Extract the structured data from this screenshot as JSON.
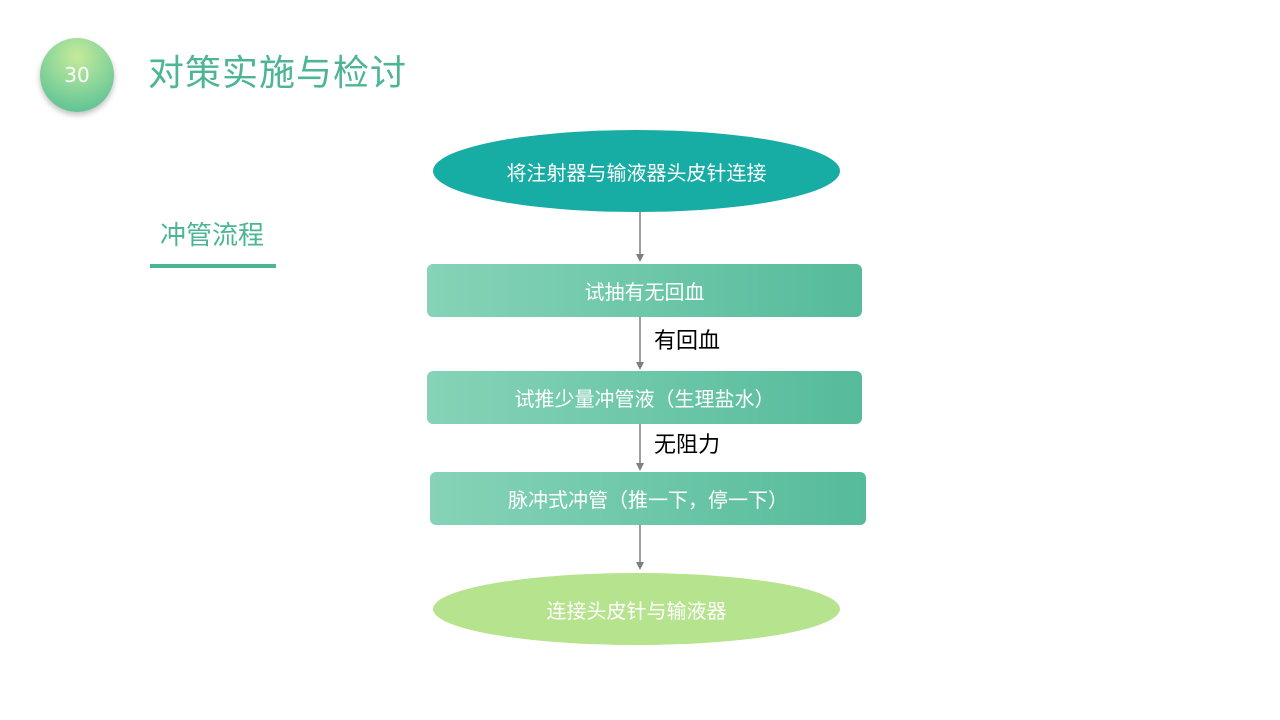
{
  "slide": {
    "page_number": "30",
    "title": "对策实施与检讨"
  },
  "section": {
    "label": "冲管流程"
  },
  "flow": {
    "start": "将注射器与输液器头皮针连接",
    "steps": [
      "试抽有无回血",
      "试推少量冲管液（生理盐水）",
      "脉冲式冲管（推一下，停一下）"
    ],
    "end": "连接头皮针与输液器",
    "edge_labels": [
      "有回血",
      "无阻力"
    ]
  },
  "colors": {
    "accent": "#4bb594",
    "start_node": "#17aca4",
    "step_gradient_start": "#86d3b8",
    "step_gradient_end": "#55bb9a",
    "end_node": "#b6e38e",
    "arrow": "#7f7f7f"
  }
}
